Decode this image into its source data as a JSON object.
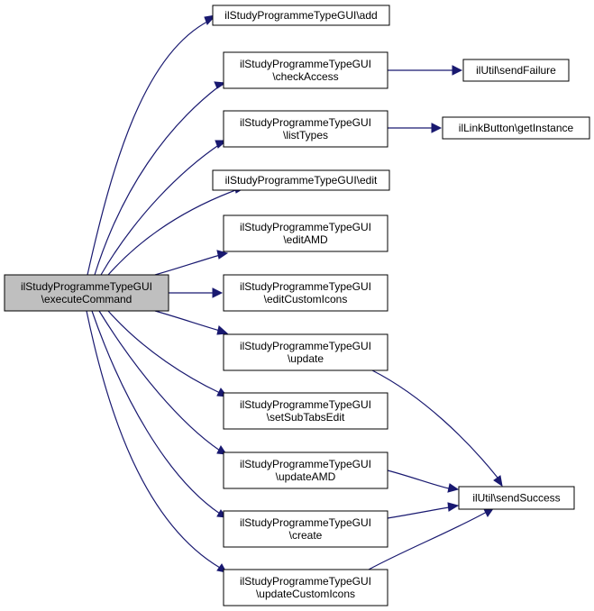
{
  "diagram": {
    "edge_color": "#191970",
    "root_fill": "#bfbfbf",
    "nodes": [
      {
        "id": "root",
        "lines": [
          "ilStudyProgrammeTypeGUI",
          "\\executeCommand"
        ],
        "highlight": true
      },
      {
        "id": "add",
        "lines": [
          "ilStudyProgrammeTypeGUI\\add"
        ]
      },
      {
        "id": "checkAccess",
        "lines": [
          "ilStudyProgrammeTypeGUI",
          "\\checkAccess"
        ]
      },
      {
        "id": "listTypes",
        "lines": [
          "ilStudyProgrammeTypeGUI",
          "\\listTypes"
        ]
      },
      {
        "id": "edit",
        "lines": [
          "ilStudyProgrammeTypeGUI\\edit"
        ]
      },
      {
        "id": "editAMD",
        "lines": [
          "ilStudyProgrammeTypeGUI",
          "\\editAMD"
        ]
      },
      {
        "id": "editCustomIcons",
        "lines": [
          "ilStudyProgrammeTypeGUI",
          "\\editCustomIcons"
        ]
      },
      {
        "id": "update",
        "lines": [
          "ilStudyProgrammeTypeGUI",
          "\\update"
        ]
      },
      {
        "id": "setSubTabsEdit",
        "lines": [
          "ilStudyProgrammeTypeGUI",
          "\\setSubTabsEdit"
        ]
      },
      {
        "id": "updateAMD",
        "lines": [
          "ilStudyProgrammeTypeGUI",
          "\\updateAMD"
        ]
      },
      {
        "id": "create",
        "lines": [
          "ilStudyProgrammeTypeGUI",
          "\\create"
        ]
      },
      {
        "id": "updateCustomIcons",
        "lines": [
          "ilStudyProgrammeTypeGUI",
          "\\updateCustomIcons"
        ]
      },
      {
        "id": "sendFailure",
        "lines": [
          "ilUtil\\sendFailure"
        ]
      },
      {
        "id": "getInstance",
        "lines": [
          "ilLinkButton\\getInstance"
        ]
      },
      {
        "id": "sendSuccess",
        "lines": [
          "ilUtil\\sendSuccess"
        ]
      }
    ],
    "edges": [
      {
        "from": "root",
        "to": "add"
      },
      {
        "from": "root",
        "to": "checkAccess"
      },
      {
        "from": "root",
        "to": "listTypes"
      },
      {
        "from": "root",
        "to": "edit"
      },
      {
        "from": "root",
        "to": "editAMD"
      },
      {
        "from": "root",
        "to": "editCustomIcons"
      },
      {
        "from": "root",
        "to": "update"
      },
      {
        "from": "root",
        "to": "setSubTabsEdit"
      },
      {
        "from": "root",
        "to": "updateAMD"
      },
      {
        "from": "root",
        "to": "create"
      },
      {
        "from": "root",
        "to": "updateCustomIcons"
      },
      {
        "from": "checkAccess",
        "to": "sendFailure"
      },
      {
        "from": "listTypes",
        "to": "getInstance"
      },
      {
        "from": "update",
        "to": "sendSuccess"
      },
      {
        "from": "updateAMD",
        "to": "sendSuccess"
      },
      {
        "from": "create",
        "to": "sendSuccess"
      },
      {
        "from": "updateCustomIcons",
        "to": "sendSuccess"
      }
    ]
  }
}
